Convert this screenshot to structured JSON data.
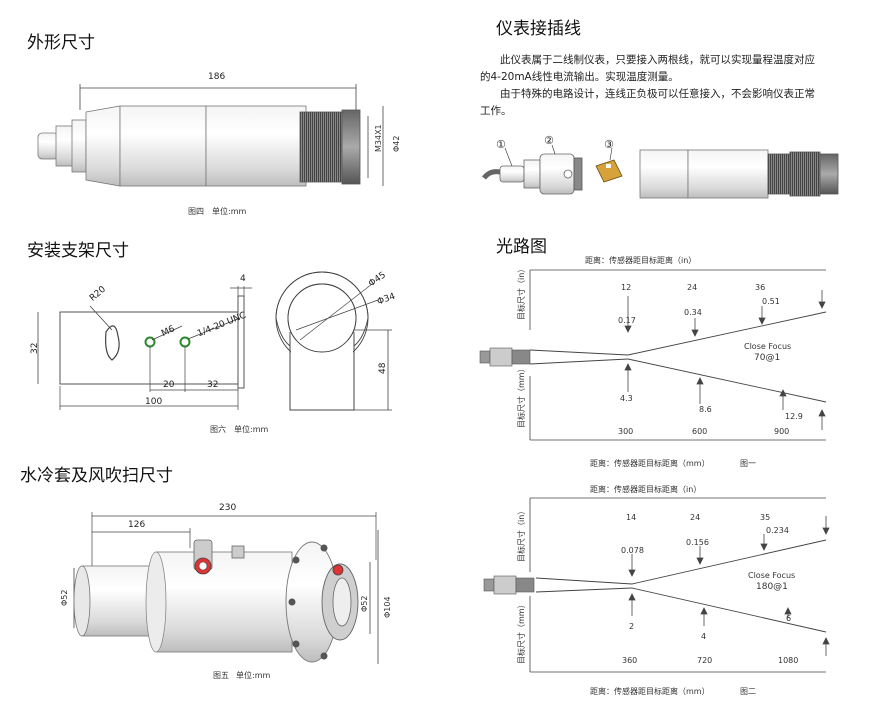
{
  "headings": {
    "outline": "外形尺寸",
    "bracket": "安装支架尺寸",
    "cooling": "水冷套及风吹扫尺寸",
    "wiring": "仪表接插线",
    "optics": "光路图"
  },
  "outline": {
    "dim_length": "186",
    "dim_thread": "M34X1",
    "dim_dia": "Φ42",
    "caption_fig": "图四",
    "caption_unit": "单位:mm"
  },
  "bracket": {
    "r20": "R20",
    "m6": "M6",
    "unc": "1/4-20 UNC",
    "h32": "32",
    "d20": "20",
    "d32": "32",
    "d100": "100",
    "t4": "4",
    "phi45": "Φ45",
    "phi34": "Φ34",
    "h48": "48",
    "caption_fig": "图六",
    "caption_unit": "单位:mm"
  },
  "cooling": {
    "d230": "230",
    "d126": "126",
    "phi52a": "Φ52",
    "phi52b": "Φ52",
    "phi104": "Φ104",
    "caption_fig": "图五",
    "caption_unit": "单位:mm"
  },
  "wiring": {
    "para1a": "此仪表属于二线制仪表，只要接入两根线，就可以实现量程温度对应",
    "para1b": "的4-20mA线性电流输出。实现温度测量。",
    "para2a": "由于特殊的电路设计，连线正负极可以任意接入，不会影响仪表正常",
    "para2b": "工作。",
    "n1": "①",
    "n2": "②",
    "n3": "③"
  },
  "chart1": {
    "top_axis": "距离：传感器距目标距离（in）",
    "bottom_axis": "距离：传感器距目标距离（mm）",
    "caption": "图一",
    "y_top": "目标尺寸（in）",
    "y_bottom": "目标尺寸（mm）",
    "focus": "Close Focus",
    "ratio": "70@1",
    "dist_in": [
      "12",
      "24",
      "36"
    ],
    "size_in": [
      "0.17",
      "0.34",
      "0.51"
    ],
    "dist_mm": [
      "300",
      "600",
      "900"
    ],
    "size_mm": [
      "4.3",
      "8.6",
      "12.9"
    ]
  },
  "chart2": {
    "top_axis": "距离：传感器距目标距离（in）",
    "bottom_axis": "距离：传感器距目标距离（mm）",
    "caption": "图二",
    "y_top": "目标尺寸（in）",
    "y_bottom": "目标尺寸（mm）",
    "focus": "Close Focus",
    "ratio": "180@1",
    "dist_in": [
      "14",
      "24",
      "35"
    ],
    "size_in": [
      "0.078",
      "0.156",
      "0.234"
    ],
    "dist_mm": [
      "360",
      "720",
      "1080"
    ],
    "size_mm": [
      "2",
      "4",
      "6"
    ]
  }
}
